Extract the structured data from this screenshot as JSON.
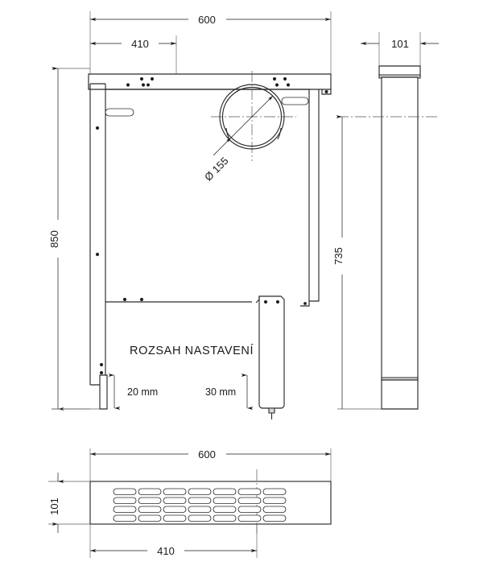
{
  "drawing": {
    "title": "Technical dimension drawing",
    "units": "mm",
    "line_color": "#1a1a1a",
    "shade_color": "#d9d9d9",
    "background": "#ffffff"
  },
  "front_view": {
    "name": "front-elevation",
    "dimensions": {
      "overall_width": "600",
      "inner_width": "410",
      "overall_height": "850",
      "flue_diameter": "Ø 155"
    },
    "annotations": {
      "adjustment_title": "ROZSAH NASTAVENÍ",
      "left_leg_travel": "20 mm",
      "right_leg_travel": "30 mm"
    }
  },
  "side_view": {
    "name": "side-elevation",
    "dimensions": {
      "depth": "101",
      "height": "735"
    }
  },
  "bottom_view": {
    "name": "bottom-plan-grille",
    "dimensions": {
      "overall_width": "600",
      "inner_width": "410",
      "height": "101"
    },
    "grille": {
      "columns": 7,
      "rows": 4,
      "slot_count": 28
    }
  }
}
